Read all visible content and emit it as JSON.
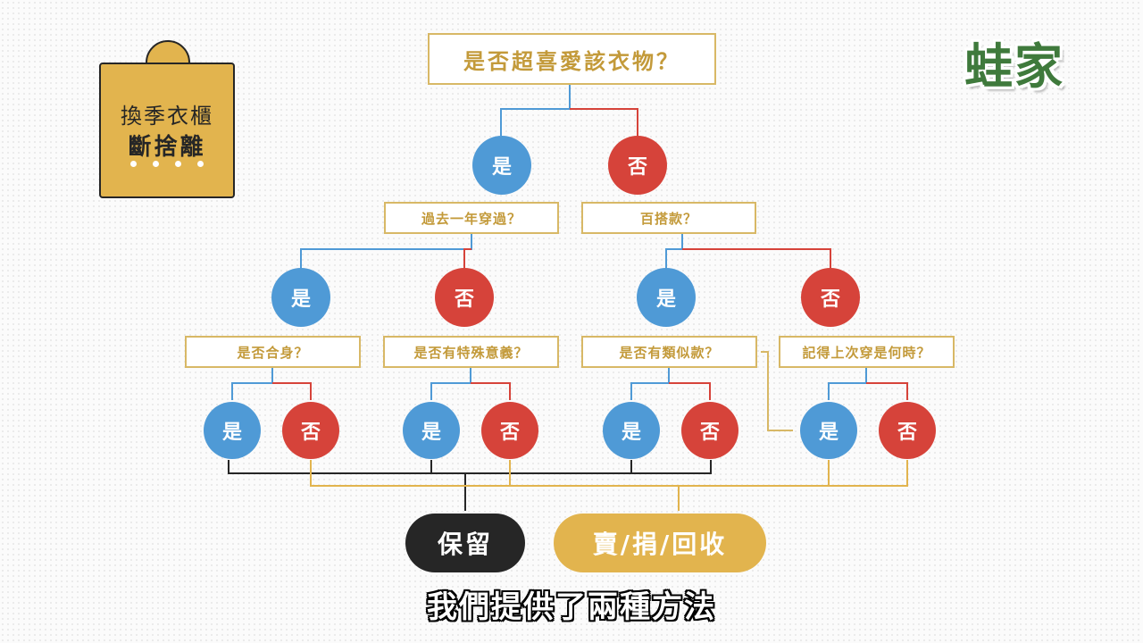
{
  "badge": {
    "line1": "換季衣櫃",
    "line2": "斷捨離"
  },
  "logo": "蛙家",
  "tree": {
    "root": "是否超喜愛該衣物？",
    "yes": "是",
    "no": "否",
    "level2": {
      "left": "過去一年穿過？",
      "right": "百搭款？"
    },
    "level3": {
      "q1": "是否合身？",
      "q2": "是否有特殊意義？",
      "q3": "是否有類似款？",
      "q4": "記得上次穿是何時？"
    }
  },
  "outcomes": {
    "keep": "保留",
    "give": "賣/捐/回收"
  },
  "subtitle": "我們提供了兩種方法",
  "colors": {
    "yes": "#4f9ad6",
    "no": "#d6433a",
    "gold": "#e2b44e",
    "box_border": "#d8b866",
    "box_text": "#c39a3a",
    "dark": "#262626",
    "logo_green": "#3f7a3c"
  }
}
